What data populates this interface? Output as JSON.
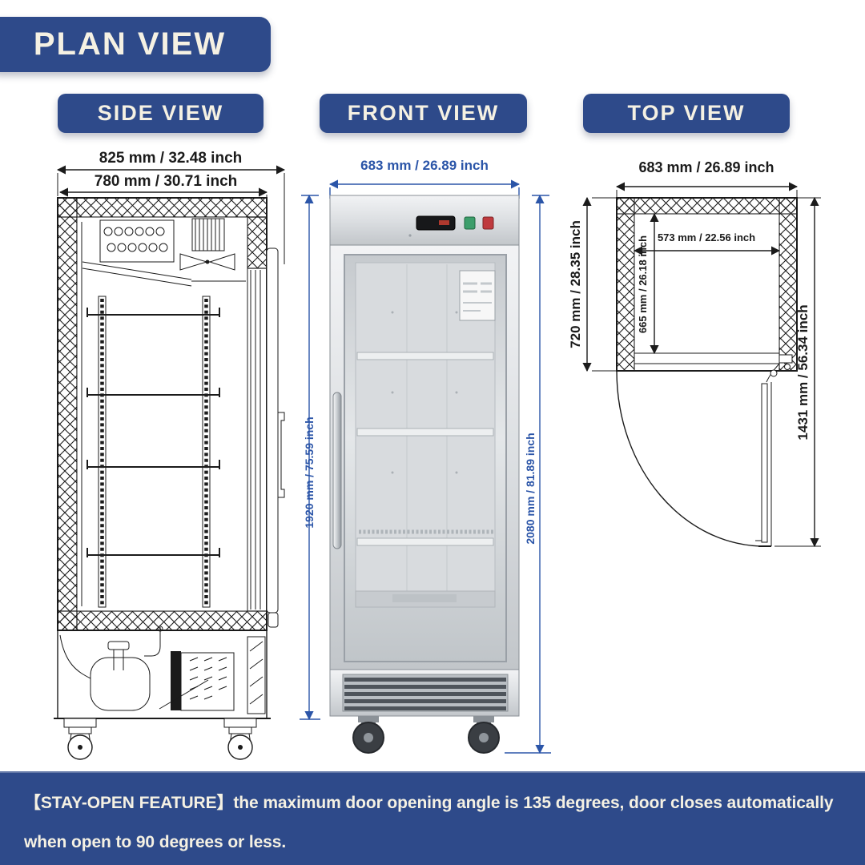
{
  "header": {
    "title": "PLAN VIEW"
  },
  "views": {
    "side": {
      "label": "SIDE VIEW",
      "dim_overall_depth": "825 mm / 32.48 inch",
      "dim_body_depth": "780 mm / 30.71 inch"
    },
    "front": {
      "label": "FRONT VIEW",
      "dim_width": "683 mm / 26.89 inch",
      "dim_body_height": "1920 mm / 75.59 inch",
      "dim_overall_height": "2080 mm / 81.89 inch"
    },
    "top": {
      "label": "TOP VIEW",
      "dim_width": "683 mm / 26.89 inch",
      "dim_outer_depth": "720 mm / 28.35 inch",
      "dim_inner_width": "573 mm / 22.56 inch",
      "dim_inner_depth": "665 mm / 26.18 inch",
      "dim_door_open": "1431 mm / 56.34 inch"
    }
  },
  "footer": {
    "text": "【STAY-OPEN FEATURE】the maximum door opening angle is 135 degrees, door closes automatically when open to 90 degrees or less."
  },
  "colors": {
    "banner": "#2e4a8a",
    "banner_text": "#f5f1e3",
    "dim_blue": "#2b55a8",
    "line": "#1b1b1b"
  }
}
